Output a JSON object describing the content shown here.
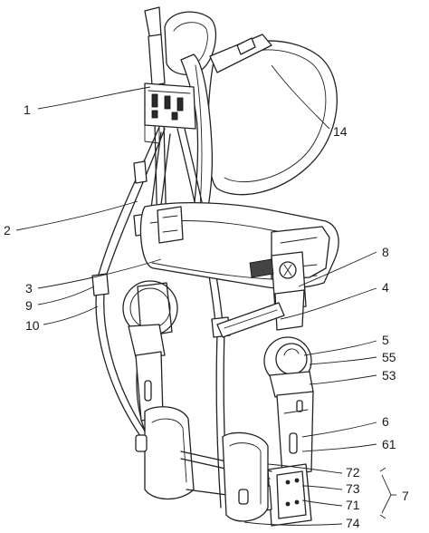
{
  "figure": {
    "labels": [
      {
        "id": "1",
        "text": "1"
      },
      {
        "id": "2",
        "text": "2"
      },
      {
        "id": "3",
        "text": "3"
      },
      {
        "id": "4",
        "text": "4"
      },
      {
        "id": "5",
        "text": "5"
      },
      {
        "id": "6",
        "text": "6"
      },
      {
        "id": "7",
        "text": "7"
      },
      {
        "id": "8",
        "text": "8"
      },
      {
        "id": "9",
        "text": "9"
      },
      {
        "id": "10",
        "text": "10"
      },
      {
        "id": "14",
        "text": "14"
      },
      {
        "id": "53",
        "text": "53"
      },
      {
        "id": "55",
        "text": "55"
      },
      {
        "id": "61",
        "text": "61"
      },
      {
        "id": "71",
        "text": "71"
      },
      {
        "id": "72",
        "text": "72"
      },
      {
        "id": "73",
        "text": "73"
      },
      {
        "id": "74",
        "text": "74"
      }
    ]
  }
}
